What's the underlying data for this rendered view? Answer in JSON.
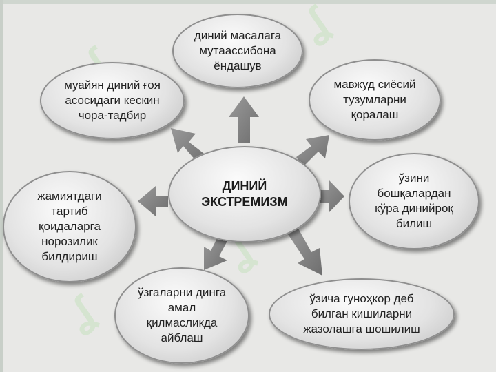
{
  "diagram": {
    "center": "ДИНИЙ\nЭКСТРЕМИЗМ",
    "nodes": {
      "top": "диний масалага\nмутаассибона\nёндашув",
      "top_left": "муайян диний ғоя\nасосидаги кескин\nчора-тадбир",
      "top_right": "мавжуд сиёсий\nтузумларни\nқоралаш",
      "right": "ўзини\nбошқалардан\nкўра динийроқ\nбилиш",
      "left": "жамиятдаги\nтартиб\nқоидаларга\nнорозилик\nбилдириш",
      "bottom_left": "ўзгаларни динга\nамал\nқилмасликда\nайблаш",
      "bottom_right": "ўзича гуноҳкор деб\nбилган кишиларни\nжазолашга шошилиш"
    }
  },
  "colors": {
    "background": "#e8e8e6",
    "arrow": "#7d7d7d",
    "watermark": "#cfe3c9"
  }
}
